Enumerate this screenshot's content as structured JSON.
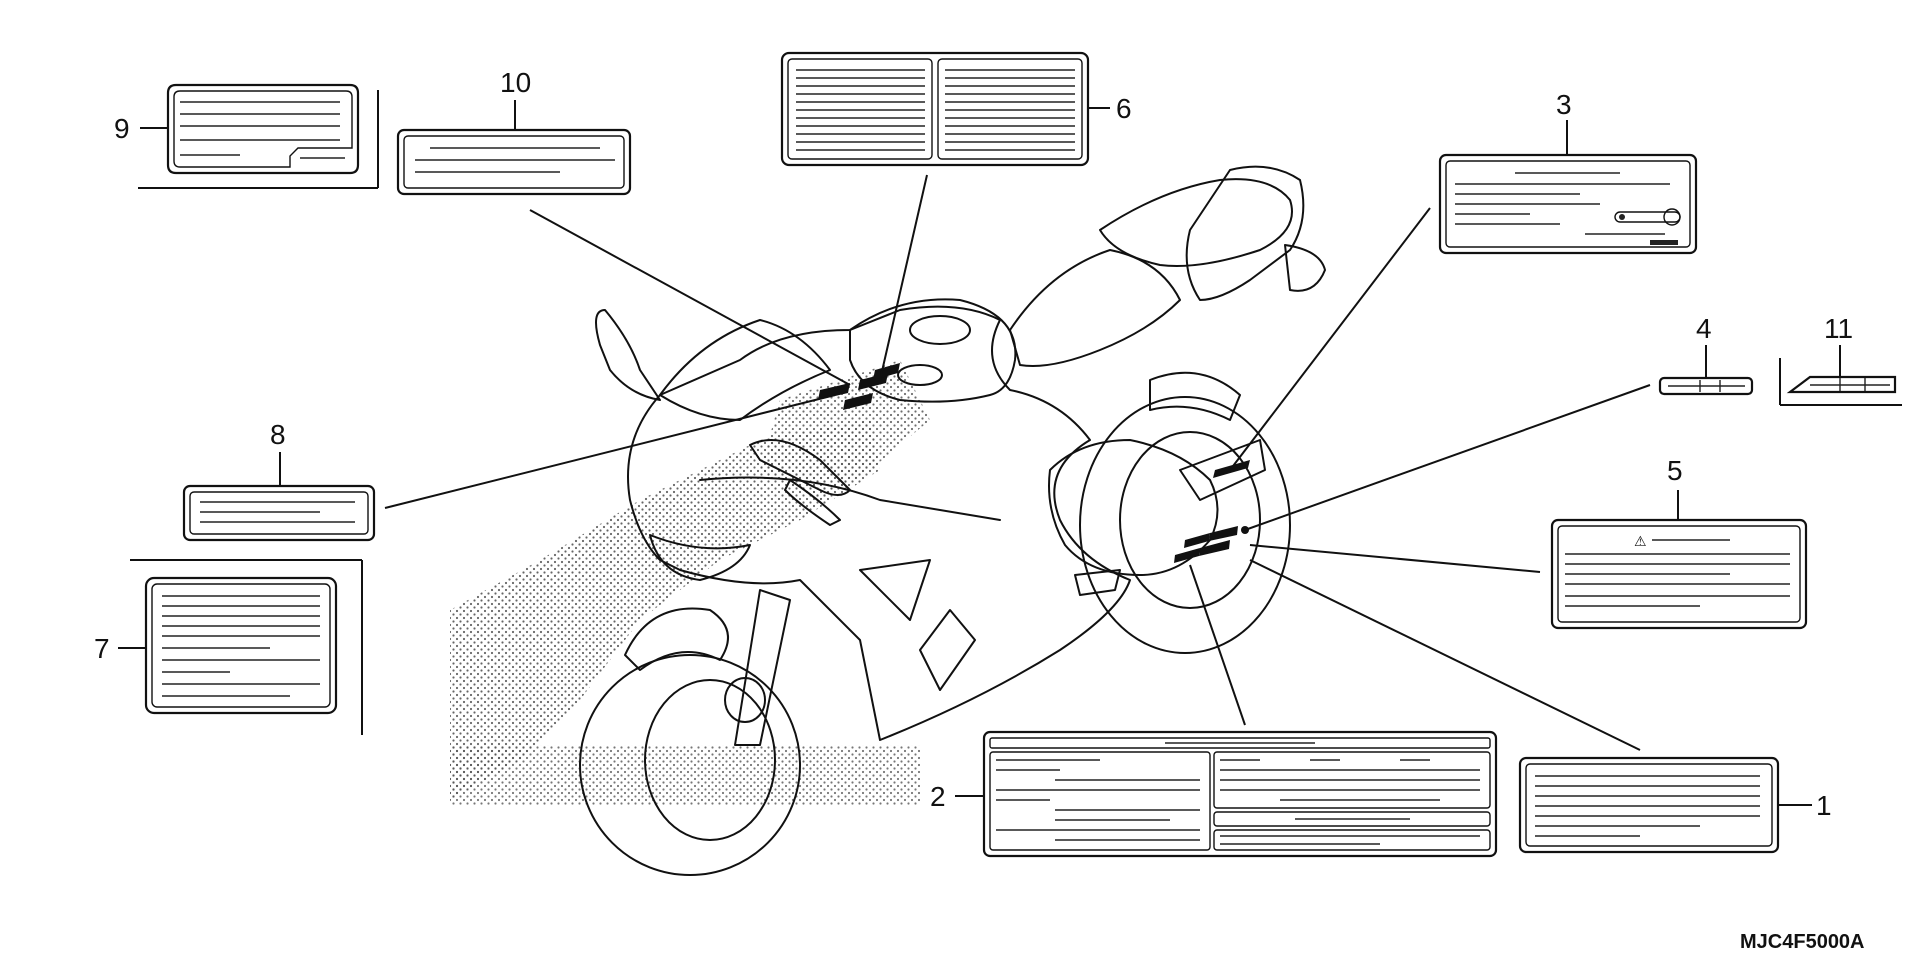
{
  "diagram": {
    "code": "MJC4F5000A",
    "callouts": {
      "c1": "1",
      "c2": "2",
      "c3": "3",
      "c4": "4",
      "c5": "5",
      "c6": "6",
      "c7": "7",
      "c8": "8",
      "c9": "9",
      "c10": "10",
      "c11": "11"
    },
    "warning_symbol": "⚠"
  }
}
